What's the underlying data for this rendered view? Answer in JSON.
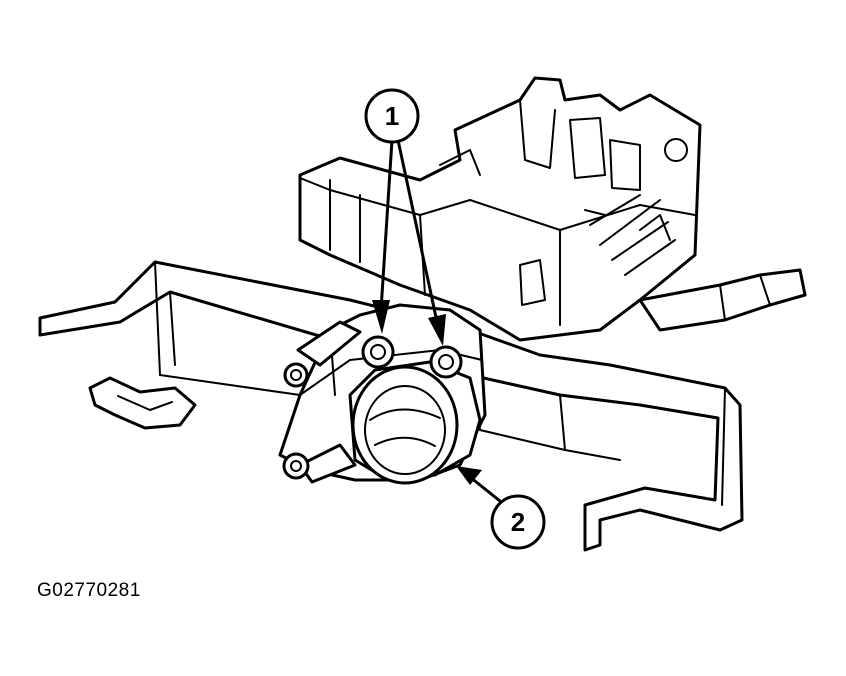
{
  "figure": {
    "code": "G02770281"
  },
  "callouts": [
    {
      "id": "callout-1",
      "label": "1"
    },
    {
      "id": "callout-2",
      "label": "2"
    }
  ]
}
